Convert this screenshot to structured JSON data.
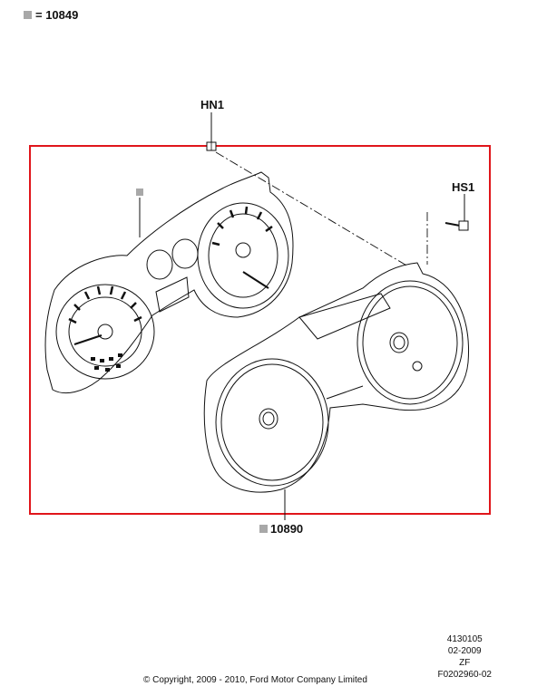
{
  "legend": {
    "equals_text": "= 10849"
  },
  "callouts": {
    "hn1": "HN1",
    "hs1": "HS1",
    "part_10890": "10890"
  },
  "frame_color": "#e0151b",
  "marker_color": "#a8a8a8",
  "reference": {
    "line1": "4130105",
    "line2": "02-2009",
    "line3": "ZF",
    "line4": "F0202960-02"
  },
  "copyright": "© Copyright, 2009 - 2010, Ford Motor Company Limited"
}
